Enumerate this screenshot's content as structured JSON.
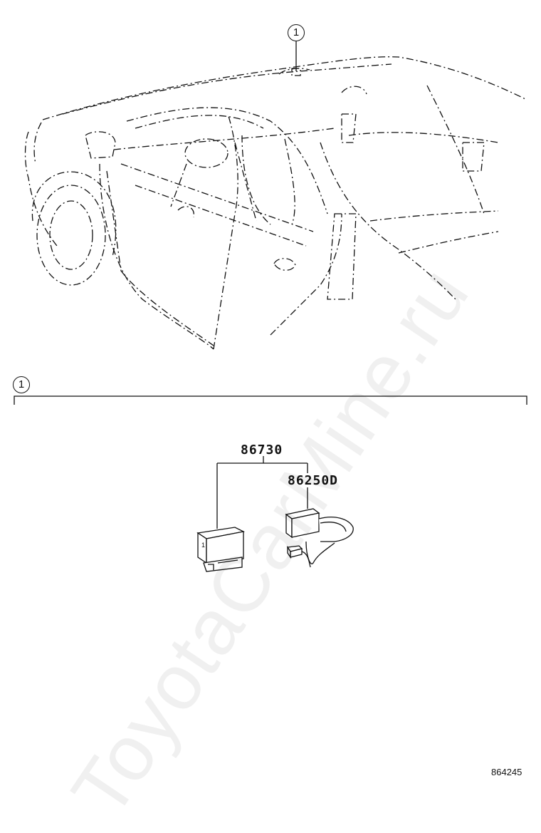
{
  "callouts": {
    "top_ref": "1",
    "section_ref": "1"
  },
  "parts": {
    "assembly": "86730",
    "sub_part": "86250D"
  },
  "figure_id": "864245",
  "watermark": "ToyotaCarMine.ru",
  "colors": {
    "line": "#111111",
    "background": "#ffffff"
  }
}
